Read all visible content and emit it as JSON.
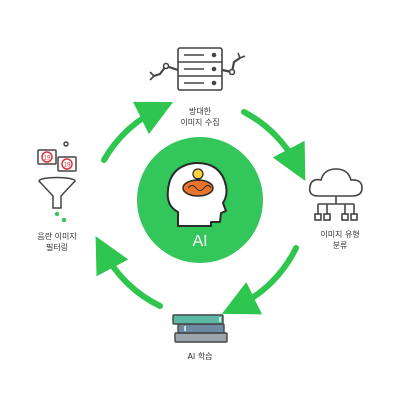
{
  "center": {
    "label": "AI"
  },
  "steps": {
    "collect": {
      "line1": "방대한",
      "line2": "이미지 수집",
      "icon": "server-robot-arm-icon"
    },
    "classify": {
      "line1": "이미지 유형",
      "line2": "분류",
      "icon": "cloud-network-icon"
    },
    "train": {
      "line1": "AI 학습",
      "icon": "book-stack-icon"
    },
    "filter": {
      "line1": "음란 이미지",
      "line2": "필터링",
      "icon": "funnel-filter-icon",
      "badge": "19"
    }
  },
  "colors": {
    "accent_green": "#33c65a",
    "arrow_green": "#2fc64f",
    "brain_orange": "#e8742e",
    "badge_red": "#d9363e",
    "icon_stroke": "#444444",
    "book_teal": "#5db9a6",
    "book_blue": "#6e8aa3",
    "book_gray": "#9aa5ad"
  }
}
